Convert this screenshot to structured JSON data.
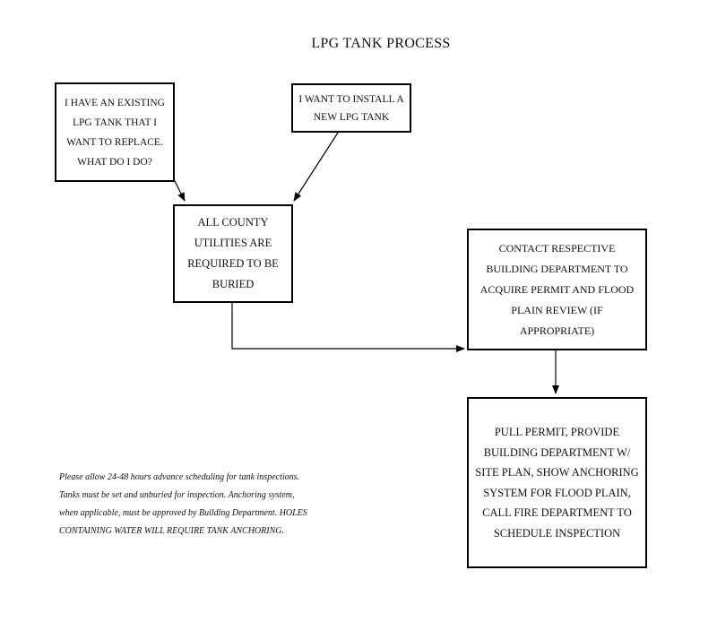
{
  "title": "LPG TANK PROCESS",
  "boxes": {
    "existing_tank": "I HAVE AN EXISTING\nLPG TANK THAT I\nWANT TO REPLACE.\nWHAT DO I DO?",
    "install_new": "I WANT TO INSTALL A\nNEW LPG TANK",
    "utilities_buried": "ALL COUNTY\nUTILITIES ARE\nREQUIRED TO BE\nBURIED",
    "contact_building": "CONTACT RESPECTIVE\nBUILDING DEPARTMENT TO\nACQUIRE PERMIT AND FLOOD\nPLAIN REVIEW (IF\nAPPROPRIATE)",
    "pull_permit": "PULL PERMIT, PROVIDE\nBUILDING DEPARTMENT W/\nSITE PLAN, SHOW ANCHORING\nSYSTEM FOR FLOOD PLAIN,\nCALL FIRE DEPARTMENT TO\nSCHEDULE INSPECTION"
  },
  "note": "Please allow 24-48 hours advance scheduling for tank inspections.\nTanks must be set and unburied for inspection.  Anchoring system,\nwhen applicable, must be approved by Building Department.  HOLES\nCONTAINING WATER WILL REQUIRE TANK ANCHORING."
}
